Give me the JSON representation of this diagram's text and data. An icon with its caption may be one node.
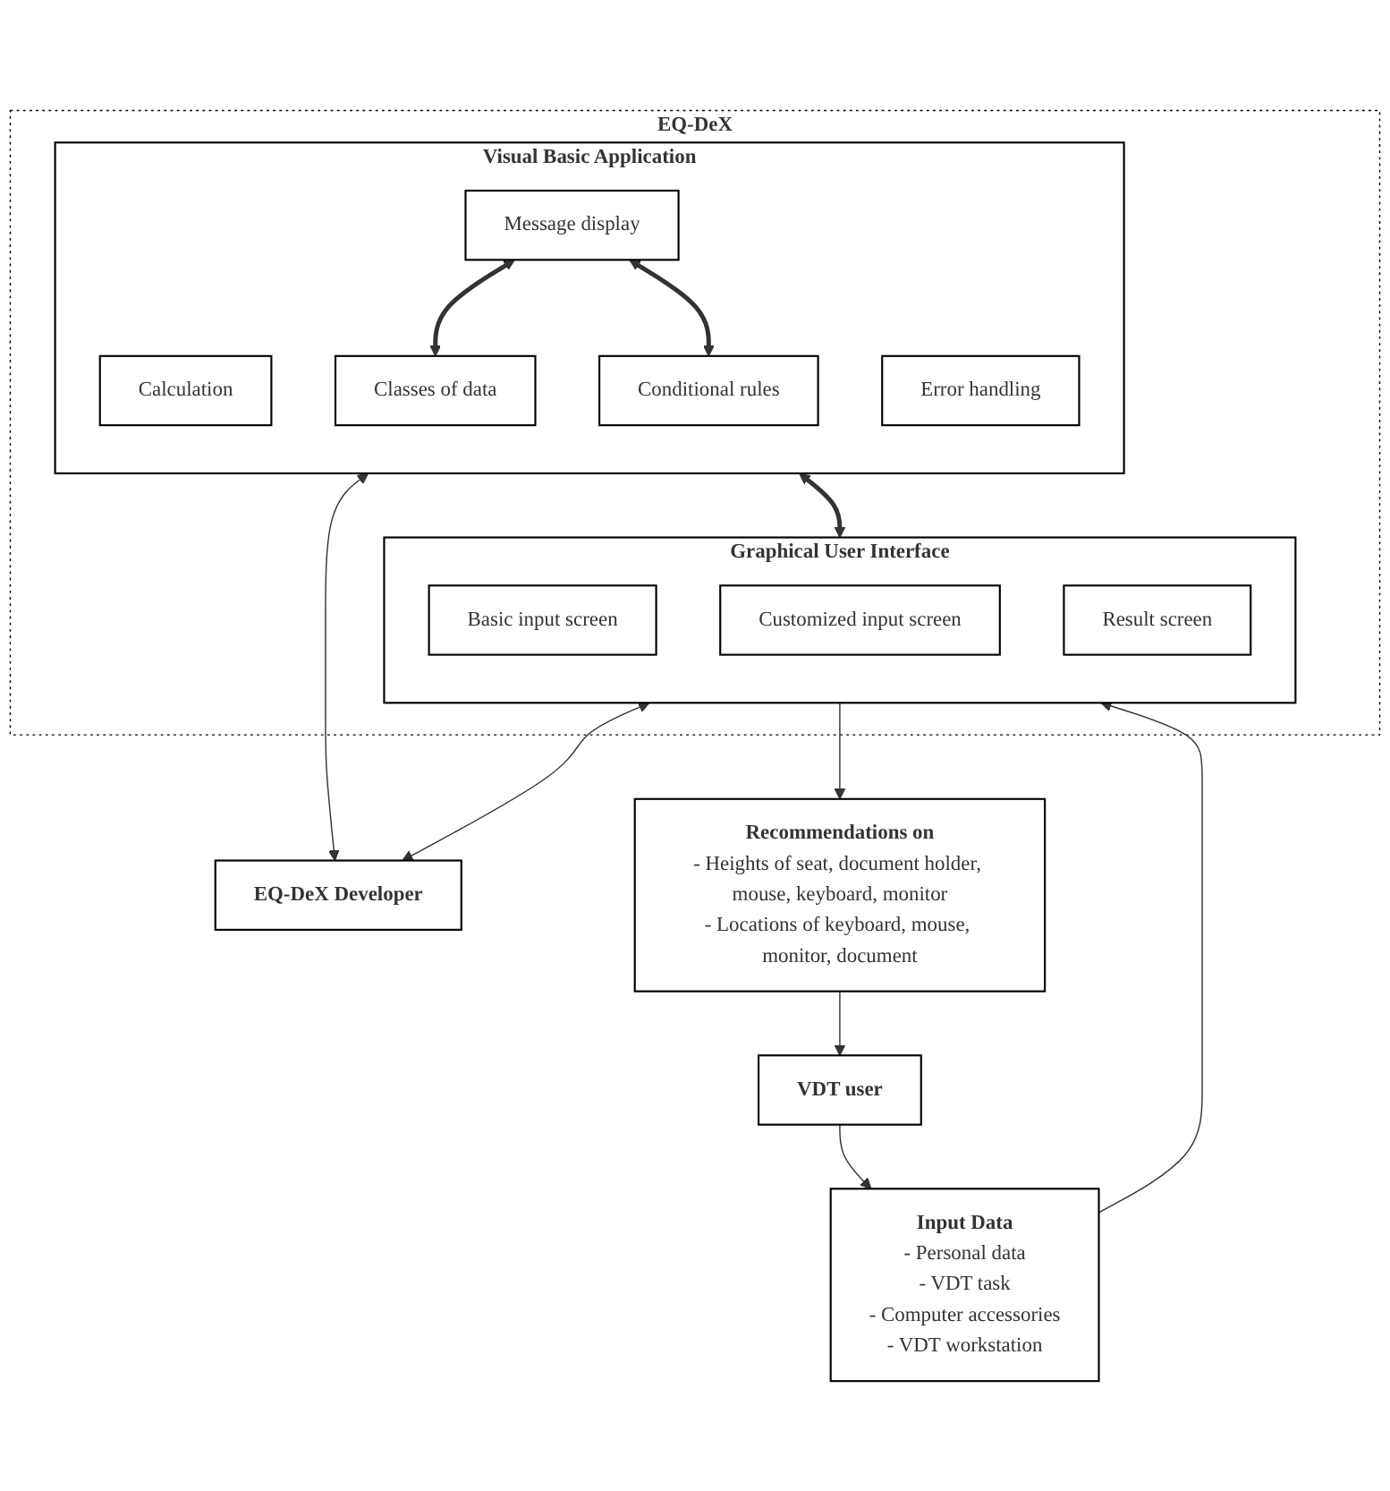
{
  "diagram": {
    "nodes": [
      {
        "text": [
          "EQ-DeX"
        ]
      },
      {
        "text": [
          "Visual Basic Application"
        ],
        "in": 0
      },
      {
        "text": [
          "Calculation"
        ],
        "in": 1
      },
      {
        "text": [
          "Message display"
        ],
        "in": 1
      },
      {
        "text": [
          "Error handling"
        ],
        "in": 1
      },
      {
        "text": [
          "Classes of data"
        ],
        "in": 1
      },
      {
        "text": [
          "Conditional rules"
        ],
        "in": 1
      },
      {
        "text": [
          "Graphical User Interface"
        ],
        "in": 0
      },
      {
        "text": [
          "Basic input screen"
        ],
        "in": 7
      },
      {
        "text": [
          "Customized input screen"
        ],
        "in": 7
      },
      {
        "text": [
          "Result screen"
        ],
        "in": 7
      },
      {
        "text": [
          "EQ-DeX Developer"
        ]
      },
      {
        "text": [
          "Input Data",
          "- Personal data",
          "- VDT task",
          "- Computer accessories",
          "- VDT workstation"
        ]
      },
      {
        "text": [
          "Recommendations on",
          "- Heights of seat, document holder, mouse, keyboard, monitor",
          "- Locations of keyboard, mouse, monitor, document"
        ]
      },
      {
        "text": [
          "VDT user"
        ]
      }
    ],
    "edges": [
      {
        "from": 3,
        "to": 5,
        "arrow": "both",
        "style": "thick"
      },
      {
        "from": 3,
        "to": 6,
        "arrow": "both",
        "style": "thick"
      },
      {
        "from": 1,
        "to": 7,
        "arrow": "both",
        "style": "thick"
      },
      {
        "from": 1,
        "to": 11,
        "arrow": "both"
      },
      {
        "from": 7,
        "to": 11,
        "arrow": "both"
      },
      {
        "from": 12,
        "to": 7,
        "arrow": "to"
      },
      {
        "from": 7,
        "to": 13,
        "arrow": "to"
      },
      {
        "from": 13,
        "to": 14,
        "arrow": "to"
      },
      {
        "from": 14,
        "to": 12,
        "arrow": "to"
      }
    ]
  }
}
